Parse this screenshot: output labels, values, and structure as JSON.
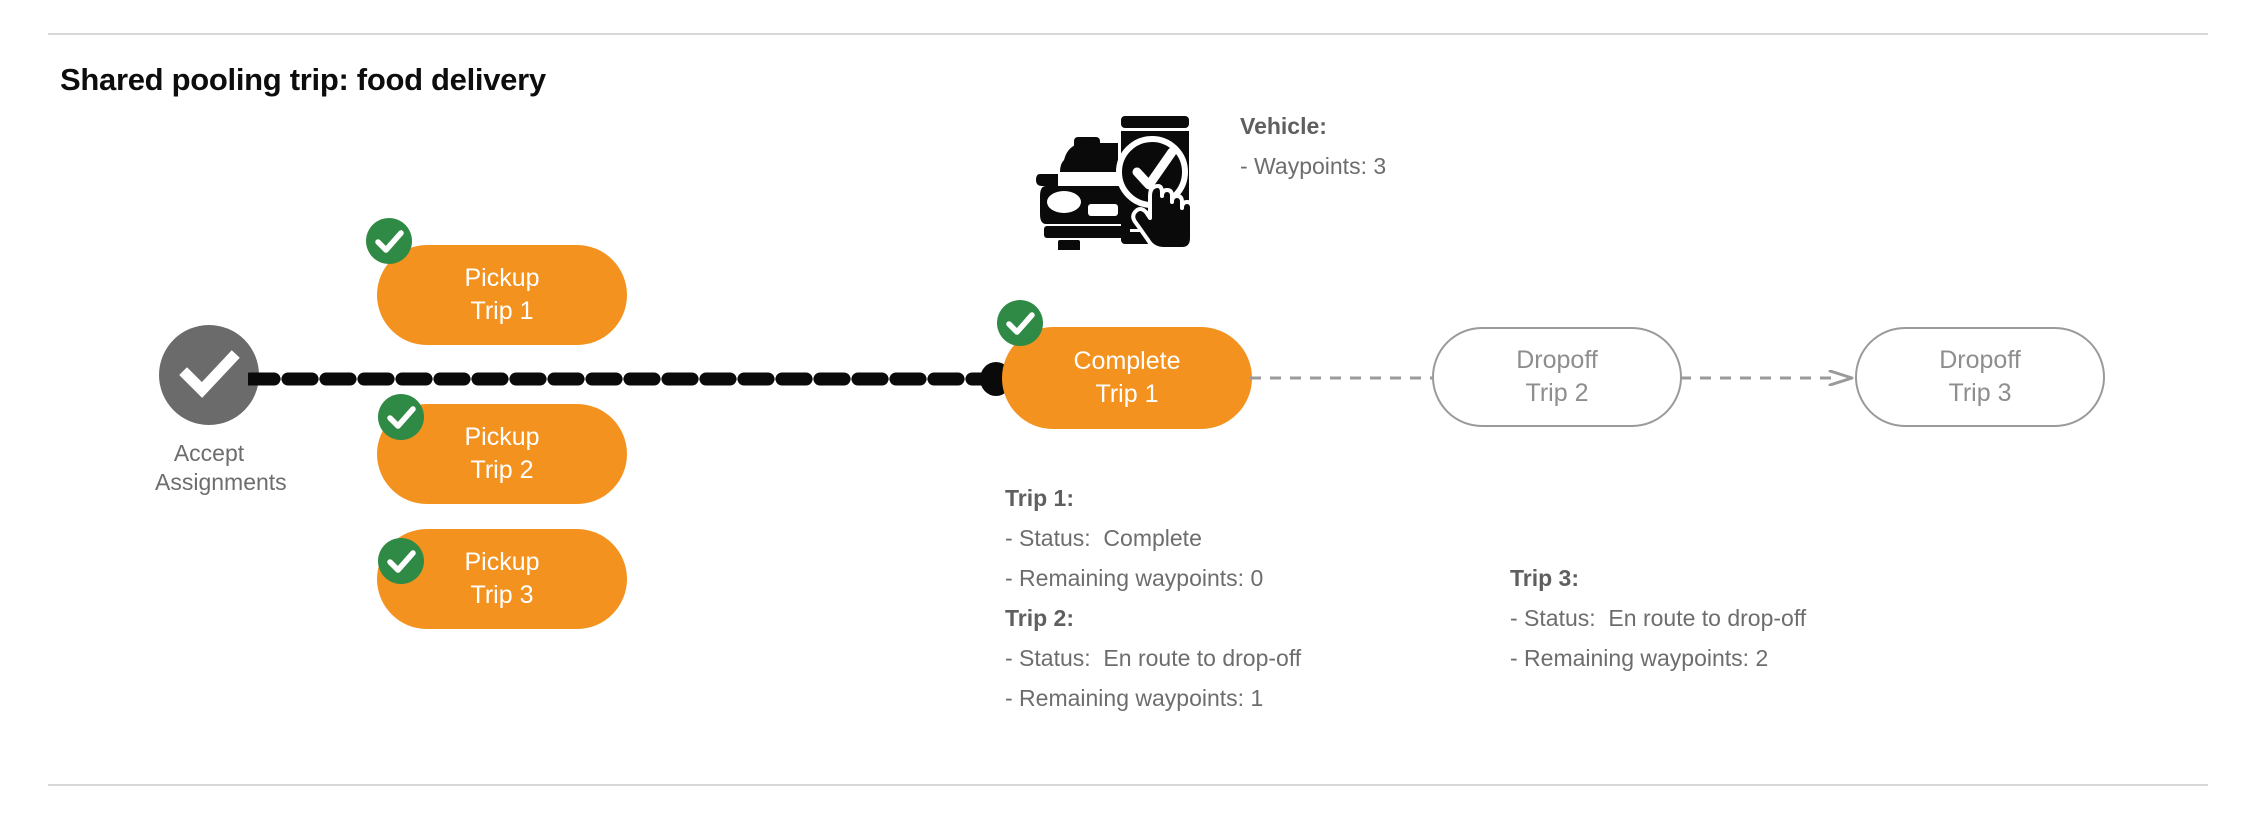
{
  "page": {
    "title": "Shared pooling trip: food delivery"
  },
  "colors": {
    "orange": "#f3921f",
    "green": "#2f8a46",
    "gray_node": "#6b6b6b",
    "gray_outline": "#9a9a9a",
    "gray_text": "#6d6d6d",
    "rule": "#d8d8d8"
  },
  "flow": {
    "accept_node": {
      "icon": "check-circle-icon",
      "label_line1": "Accept",
      "label_line2": "Assignments"
    },
    "pickups": [
      {
        "id": "pickup-1",
        "line1": "Pickup",
        "line2": "Trip 1",
        "completed": true
      },
      {
        "id": "pickup-2",
        "line1": "Pickup",
        "line2": "Trip 2",
        "completed": true
      },
      {
        "id": "pickup-3",
        "line1": "Pickup",
        "line2": "Trip 3",
        "completed": true
      }
    ],
    "complete_node": {
      "id": "complete-1",
      "line1": "Complete",
      "line2": "Trip 1",
      "completed": true
    },
    "dropoffs": [
      {
        "id": "dropoff-2",
        "line1": "Dropoff",
        "line2": "Trip 2",
        "completed": false
      },
      {
        "id": "dropoff-3",
        "line1": "Dropoff",
        "line2": "Trip 3",
        "completed": false
      }
    ]
  },
  "vehicle": {
    "icon": "car-phone-check-icon",
    "heading": "Vehicle:",
    "waypoints_row": "- Waypoints: 3",
    "waypoints": 3
  },
  "trip_info_left": {
    "trip1_heading": "Trip 1:",
    "trip1_status": "- Status:  Complete",
    "trip1_remaining": "- Remaining waypoints: 0",
    "trip2_heading": "Trip 2:",
    "trip2_status": "- Status:  En route to drop-off",
    "trip2_remaining": "- Remaining waypoints: 1"
  },
  "trip_info_right": {
    "trip3_heading": "Trip 3:",
    "trip3_status": "- Status:  En route to drop-off",
    "trip3_remaining": "- Remaining waypoints: 2"
  }
}
